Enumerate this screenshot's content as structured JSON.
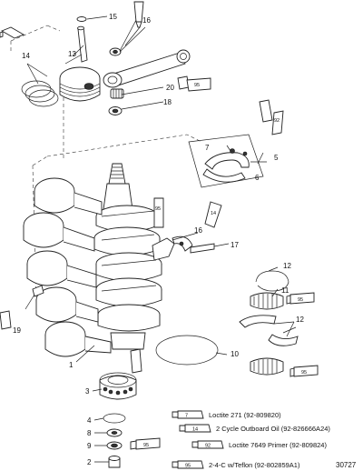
{
  "callouts": {
    "c15": "15",
    "c16a": "16",
    "c13": "13",
    "c14a": "14",
    "c20": "20",
    "c18": "18",
    "c7": "7",
    "c5": "5",
    "c6": "6",
    "c16b": "16",
    "c17": "17",
    "c12a": "12",
    "c11": "11",
    "c12b": "12",
    "c19": "19",
    "c1": "1",
    "c10": "10",
    "c3": "3",
    "c4": "4",
    "c8": "8",
    "c9": "9",
    "c2": "2"
  },
  "tube_labels": {
    "t95a": "95",
    "t95b": "95",
    "t95c": "95",
    "t95d": "95",
    "t95e": "95",
    "t95f": "95"
  },
  "legend": [
    {
      "code": "7",
      "text": "Loctite 271 (92-809820)"
    },
    {
      "code": "14",
      "text": "2 Cycle Outboard Oil (92-826666A24)"
    },
    {
      "code": "92",
      "text": "Loctite 7649 Primer (92-809824)"
    },
    {
      "code": "95",
      "text": "2-4-C w/Teflon (92-802859A1)"
    }
  ],
  "reference_number": "30727"
}
